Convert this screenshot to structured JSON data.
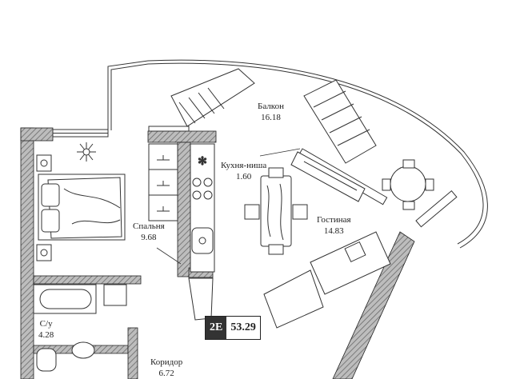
{
  "rooms": {
    "balcony": {
      "name": "Балкон",
      "area": "16.18"
    },
    "kitchen": {
      "name": "Кухня-ниша",
      "area": "1.60"
    },
    "living": {
      "name": "Гостиная",
      "area": "14.83"
    },
    "bedroom": {
      "name": "Спальня",
      "area": "9.68"
    },
    "bathroom": {
      "name": "С/у",
      "area": "4.28"
    },
    "corridor": {
      "name": "Коридор",
      "area": "6.72"
    }
  },
  "apartment": {
    "type": "2E",
    "total_area": "53.29"
  },
  "colors": {
    "wall": "#3a3a3a",
    "line": "#333333",
    "hatch": "#888888"
  }
}
